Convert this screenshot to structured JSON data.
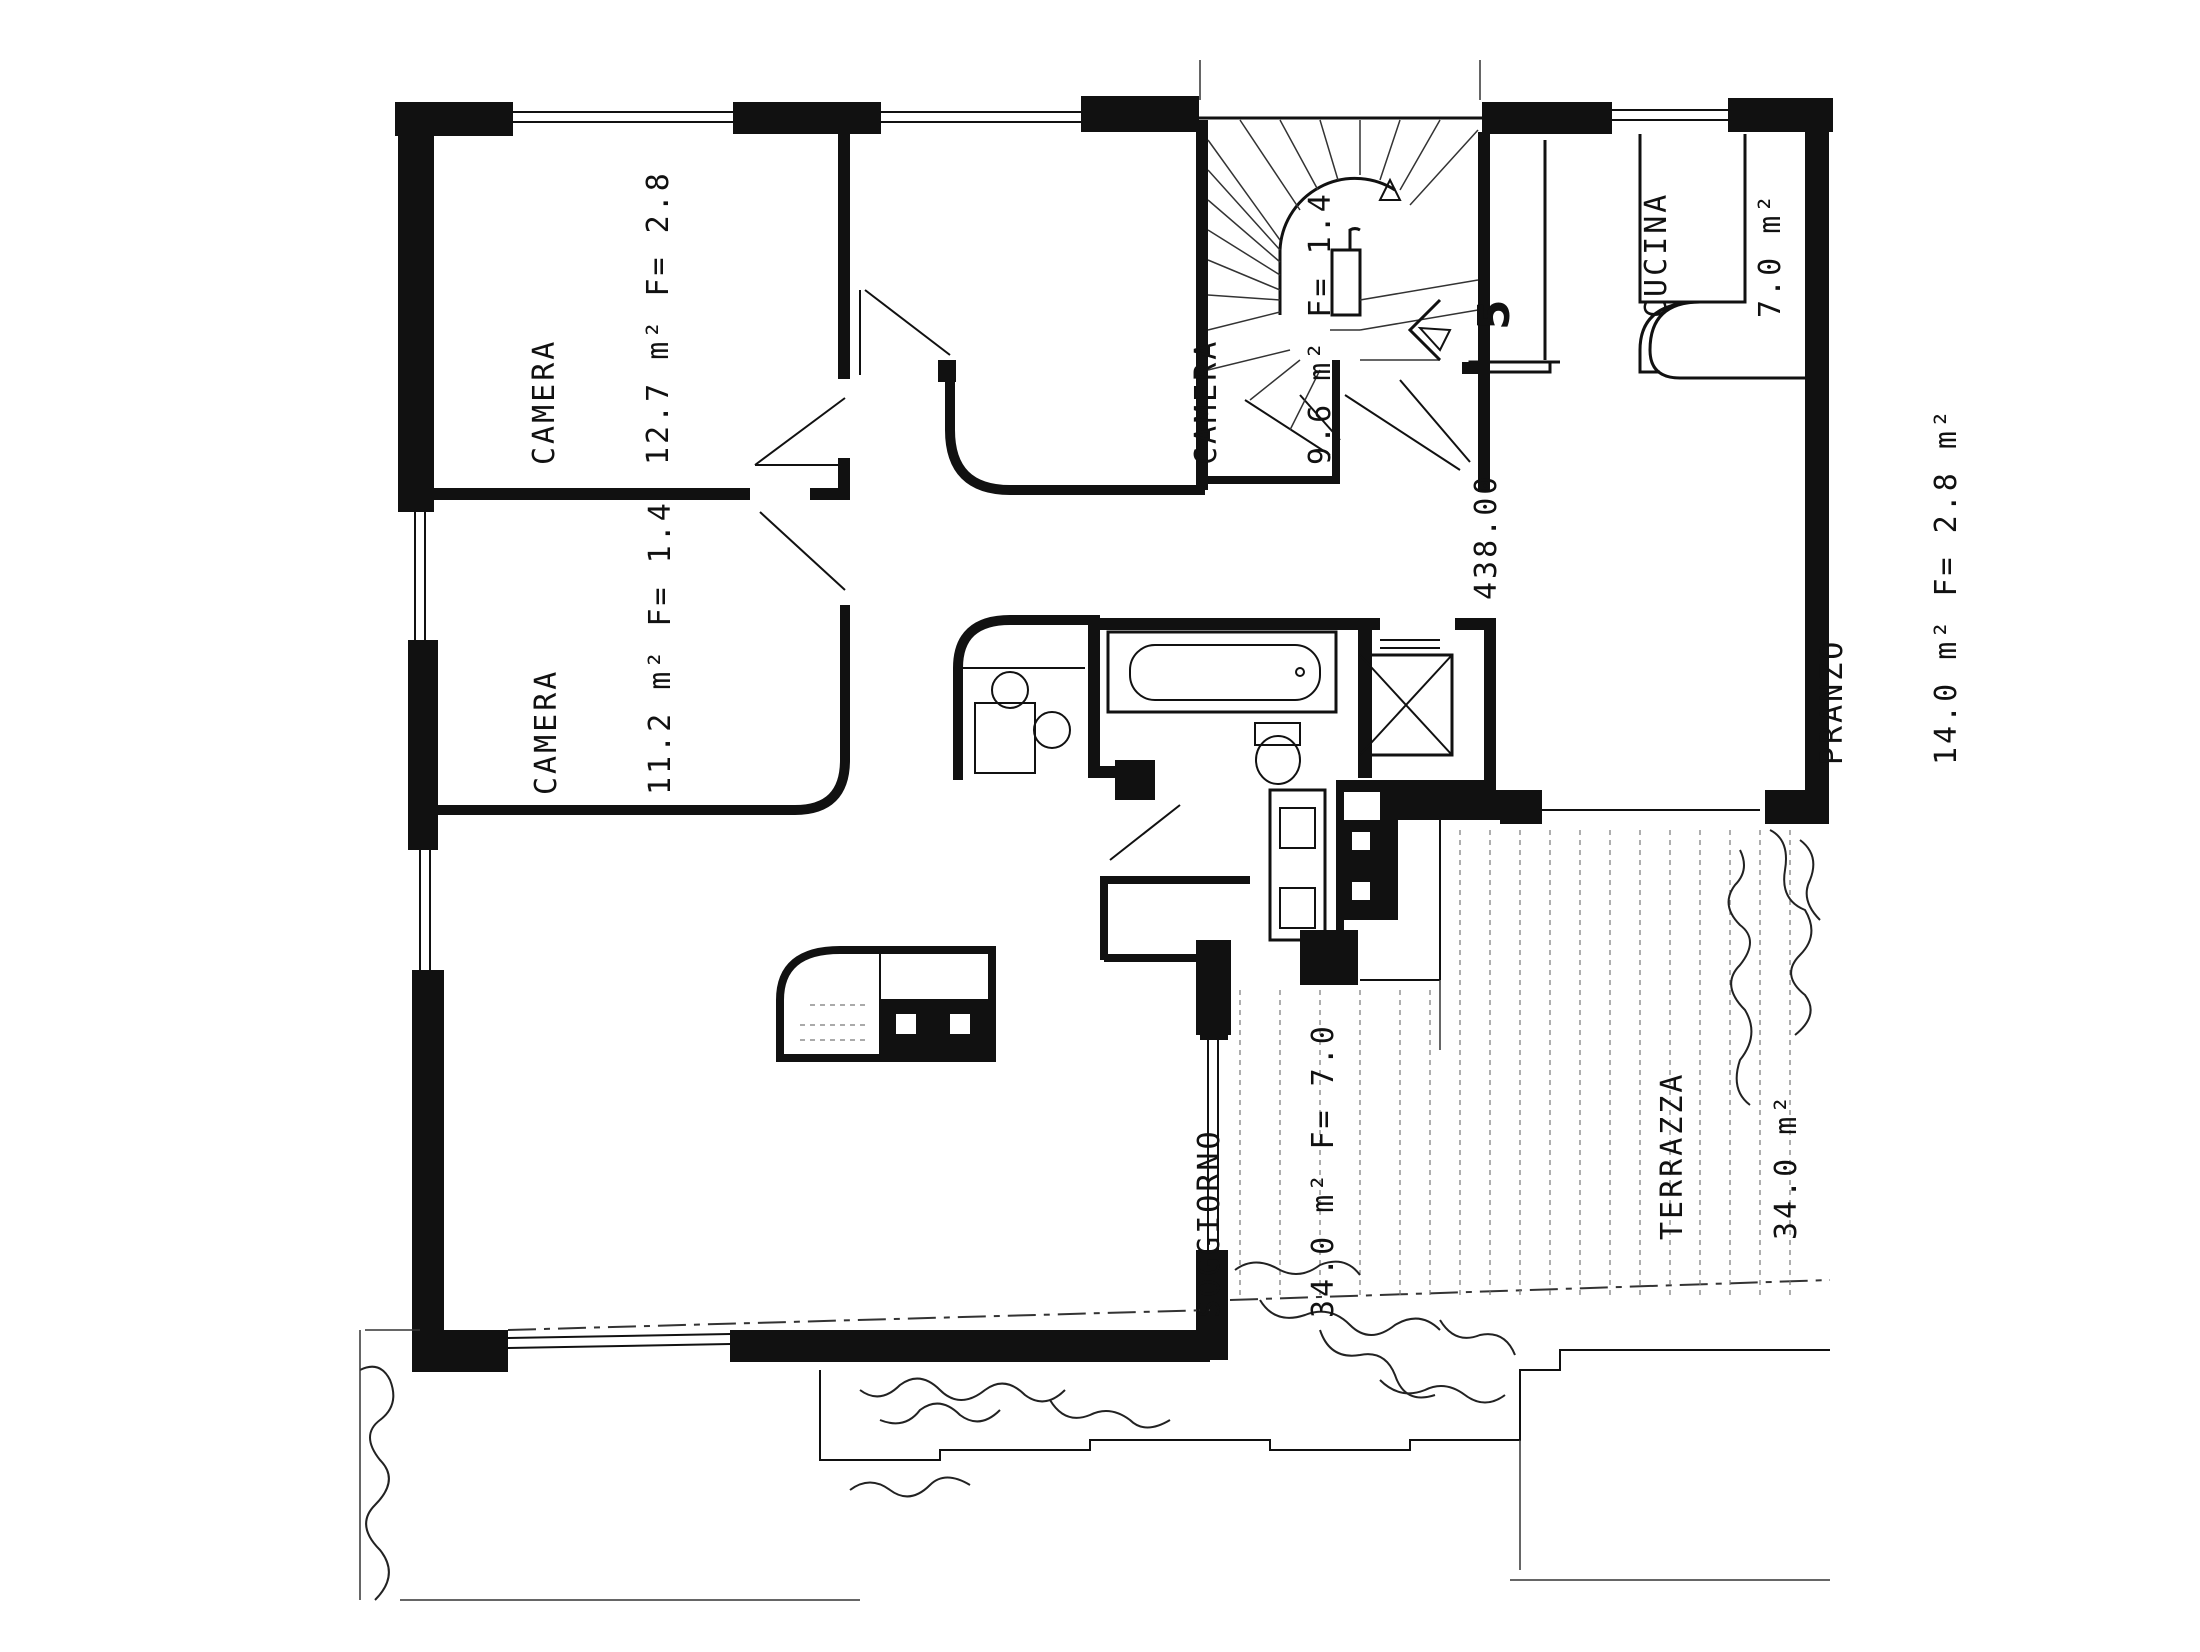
{
  "rooms": {
    "camera_1": {
      "name": "CAMERA",
      "area": "12.7 m² F= 2.8"
    },
    "camera_2": {
      "name": "CAMERA",
      "area": "9.6 m² F= 1.4"
    },
    "camera_3": {
      "name": "CAMERA",
      "area": "11.2 m² F= 1.4"
    },
    "cucina": {
      "name": "CUCINA",
      "area": "7.0 m²"
    },
    "pranzo": {
      "name": "PRANZO",
      "area": "14.0 m² F= 2.8 m²"
    },
    "soggiorno": {
      "name": "SOGGIORNO",
      "area": "34.0 m² F= 7.0"
    },
    "terrazza": {
      "name": "TERRAZZA",
      "area": "34.0 m²"
    }
  },
  "stair": {
    "level": "438.00",
    "number": "5"
  }
}
